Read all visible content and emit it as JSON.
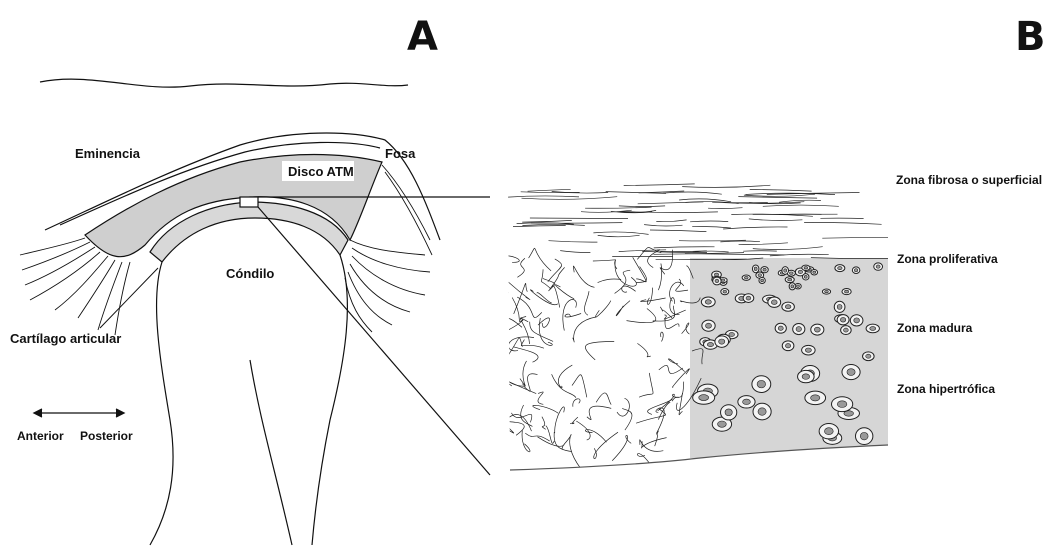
{
  "panels": {
    "a": "A",
    "b": "B"
  },
  "panel_a": {
    "eminence": "Eminencia",
    "fossa": "Fosa",
    "disc": "Disco ATM",
    "condyle": "Cóndilo",
    "cartilage": "Cartílago articular",
    "anterior": "Anterior",
    "posterior": "Posterior"
  },
  "panel_b": {
    "zone_fibrous": "Zona fibrosa o superficial",
    "zone_proliferative": "Zona proliferativa",
    "zone_mature": "Zona madura",
    "zone_hypertrophic": "Zona hipertrófica"
  },
  "colors": {
    "disc_fill": "#cfcfcf",
    "cartilage_fill": "#d8d8d8",
    "ink": "#111111"
  }
}
